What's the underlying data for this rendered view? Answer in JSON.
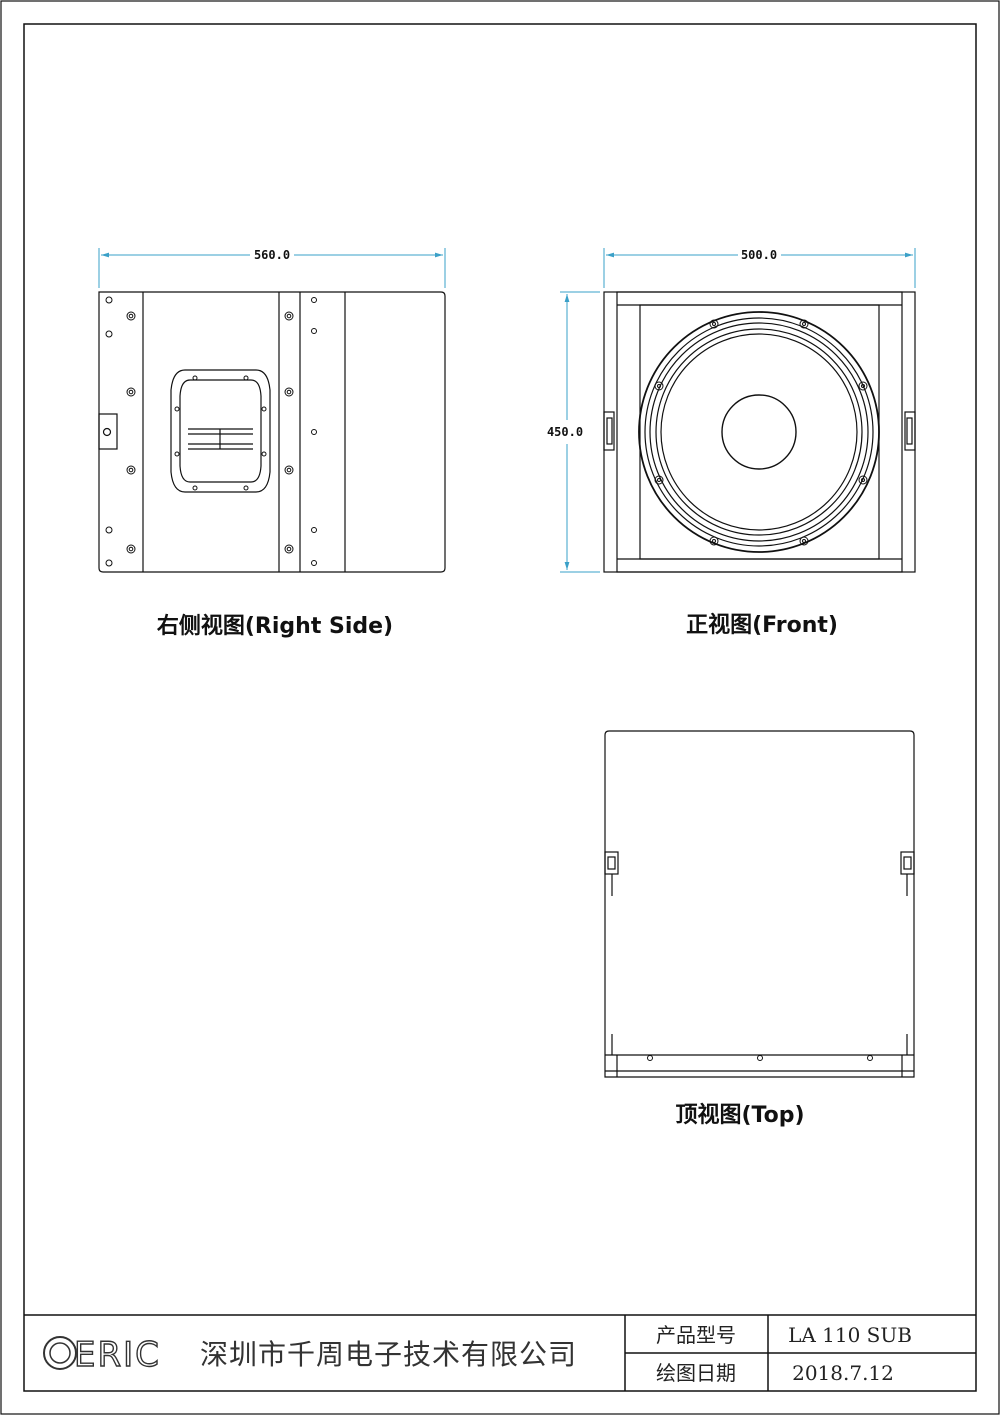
{
  "views": {
    "right_side": {
      "label": "右侧视图(Right Side)",
      "width_dim": "560.0"
    },
    "front": {
      "label": "正视图(Front)",
      "width_dim": "500.0",
      "height_dim": "450.0"
    },
    "top": {
      "label": "顶视图(Top)"
    }
  },
  "title_block": {
    "logo": "ERIC",
    "company": "深圳市千周电子技术有限公司",
    "model_label": "产品型号",
    "model_value": "LA 110 SUB",
    "date_label": "绘图日期",
    "date_value": "2018.7.12"
  },
  "colors": {
    "line": "#111111",
    "dimension": "#3aa0c8"
  }
}
